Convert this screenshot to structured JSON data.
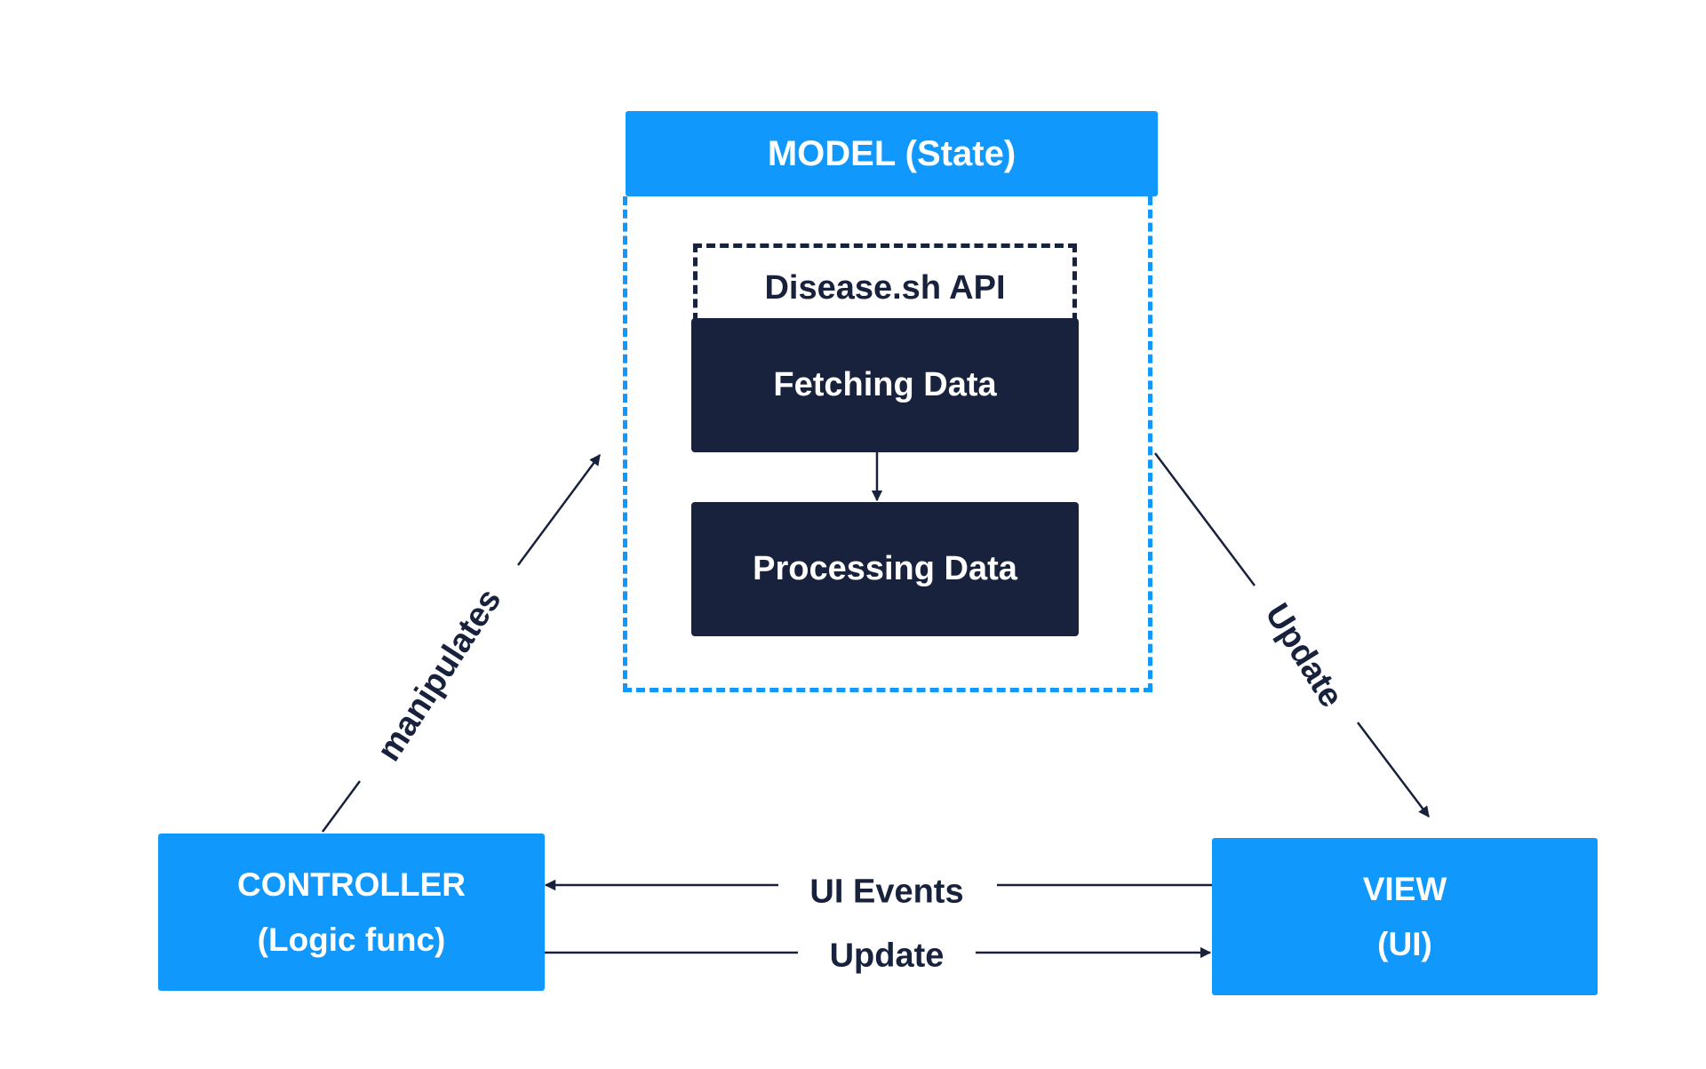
{
  "model": {
    "header": "MODEL (State)",
    "api_label": "Disease.sh API",
    "fetching": "Fetching Data",
    "processing": "Processing Data"
  },
  "controller": {
    "line1": "CONTROLLER",
    "line2": "(Logic func)"
  },
  "view": {
    "line1": "VIEW",
    "line2": "(UI)"
  },
  "edges": {
    "controller_to_model": "manipulates",
    "model_to_view": "Update",
    "view_to_controller": "UI Events",
    "controller_to_view": "Update"
  },
  "colors": {
    "accent_blue": "#1098fc",
    "navy": "#18223c",
    "background": "#ffffff"
  }
}
